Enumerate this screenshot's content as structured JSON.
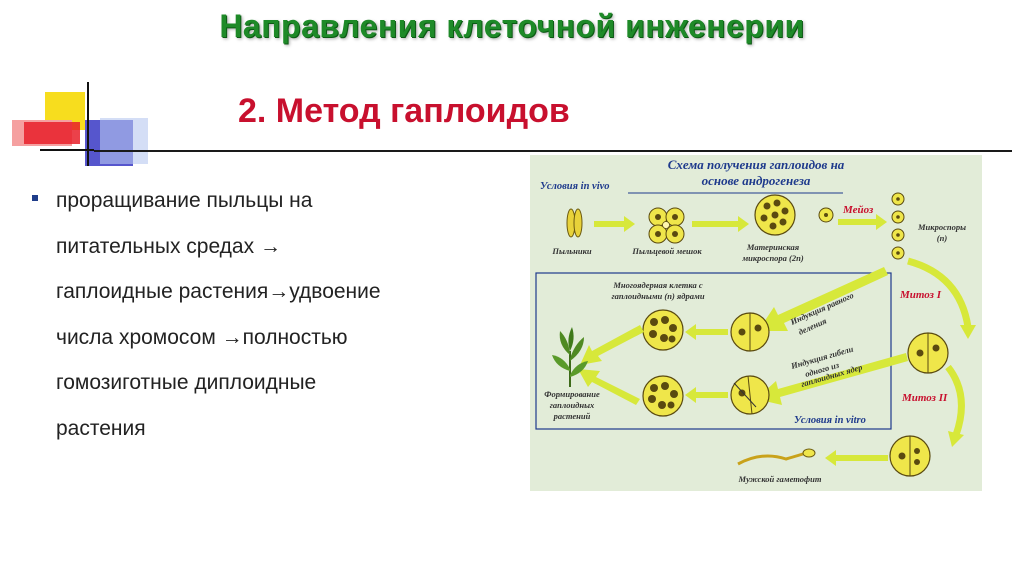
{
  "slide": {
    "header_title": "Направления клеточной инженерии",
    "subtitle": "2. Метод гаплоидов",
    "bullet_lines": [
      "проращивание пыльцы на",
      "питательных средах   →",
      "гаплоидные растения→удвоение",
      "числа хромосом →полностью",
      "гомозиготные диплоидные",
      "растения"
    ]
  },
  "diagram": {
    "title_line1": "Схема получения гаплоидов на",
    "title_line2": "основе андрогенеза",
    "in_vivo": "Условия in vivo",
    "in_vitro": "Условия in vitro",
    "meiosis": "Мейоз",
    "mitosis1": "Митоз I",
    "mitosis2": "Митоз II",
    "anthers": "Пыльники",
    "pollen_sac": "Пыльцевой мешок",
    "mother_microspore_1": "Материнская",
    "mother_microspore_2": "микроспора (2n)",
    "microspores_1": "Микроспоры",
    "microspores_2": "(n)",
    "multinuclear_1": "Многоядерная клетка с",
    "multinuclear_2": "гаплоидными (n) ядрами",
    "induction_equal_1": "Индукция равного",
    "induction_equal_2": "деления",
    "induction_death_1": "Индукция гибели",
    "induction_death_2": "одного из",
    "induction_death_3": "гаплоидных ядер",
    "formation_1": "Формирование",
    "formation_2": "гаплоидных",
    "formation_3": "растений",
    "male_gametophyte": "Мужской гаметофит"
  },
  "colors": {
    "header_green": "#1e8a28",
    "subtitle_red": "#c8102e",
    "diagram_bg": "#e2ecd8",
    "cell_fill": "#efe64a",
    "arrow_fill": "#d7e83a",
    "label_blue": "#1e3a8c"
  }
}
